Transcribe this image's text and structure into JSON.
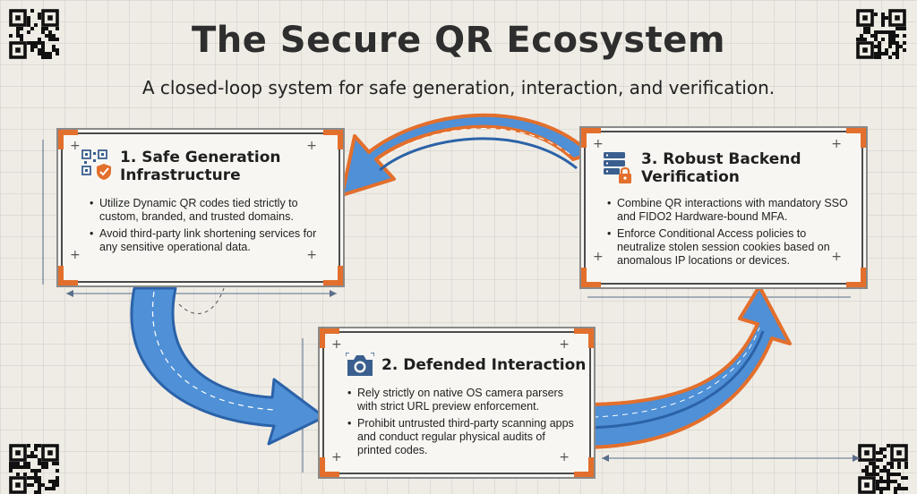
{
  "header": {
    "title": "The Secure QR Ecosystem",
    "subtitle": "A closed-loop system for safe generation, interaction, and verification."
  },
  "steps": [
    {
      "title_line1": "1. Safe Generation",
      "title_line2": "Infrastructure",
      "icon": "qr-shield-icon",
      "bullets": [
        "Utilize Dynamic QR codes tied strictly to custom, branded, and trusted domains.",
        "Avoid third-party link shortening services for any sensitive operational data."
      ]
    },
    {
      "title_line1": "2. Defended Interaction",
      "title_line2": "",
      "icon": "camera-icon",
      "bullets": [
        "Rely strictly on native OS camera parsers with strict URL preview enforcement.",
        "Prohibit untrusted third-party scanning apps and conduct regular physical audits of printed codes."
      ]
    },
    {
      "title_line1": "3. Robust Backend",
      "title_line2": "Verification",
      "icon": "server-lock-icon",
      "bullets": [
        "Combine QR interactions with mandatory SSO and FIDO2 Hardware-bound MFA.",
        "Enforce Conditional Access policies to neutralize stolen session cookies based on anomalous IP locations or devices."
      ]
    }
  ],
  "colors": {
    "arrow_fill": "#4f90d6",
    "arrow_dark": "#2b62a8",
    "arrow_outline": "#e36f2c",
    "accent": "#e36f2c",
    "background": "#efece5"
  }
}
